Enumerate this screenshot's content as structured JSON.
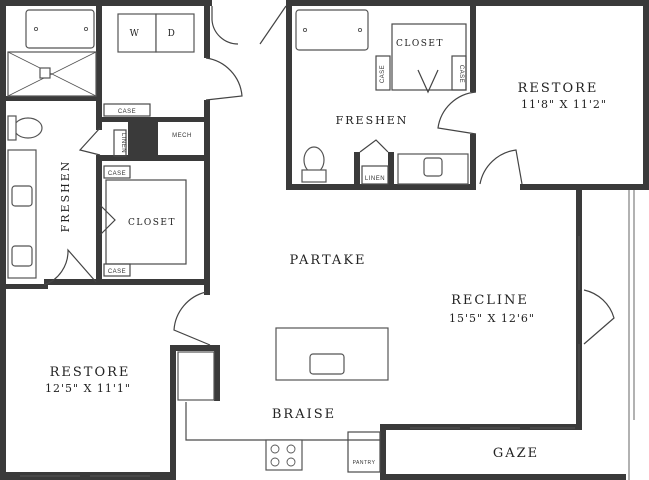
{
  "rooms": {
    "restore_1": {
      "name": "RESTORE",
      "dim": "11'8\" X 11'2\""
    },
    "restore_2": {
      "name": "RESTORE",
      "dim": "12'5\" X 11'1\""
    },
    "recline": {
      "name": "RECLINE",
      "dim": "15'5\" X 12'6\""
    },
    "partake": {
      "name": "PARTAKE"
    },
    "braise": {
      "name": "BRAISE"
    },
    "gaze": {
      "name": "GAZE"
    },
    "freshen_top": {
      "name": "FRESHEN"
    },
    "freshen_left": {
      "name": "FRESHEN"
    }
  },
  "labels": {
    "closet_top": "CLOSET",
    "closet_left": "CLOSET",
    "w": "W",
    "d": "D",
    "mech": "MECH",
    "linen_top": "LINEN",
    "linen_left": "LINEN",
    "case_laundry": "CASE",
    "case_tl": "CASE",
    "case_tr": "CASE",
    "case_l_top": "CASE",
    "case_l_bot": "CASE",
    "pantry": "PANTRY"
  }
}
